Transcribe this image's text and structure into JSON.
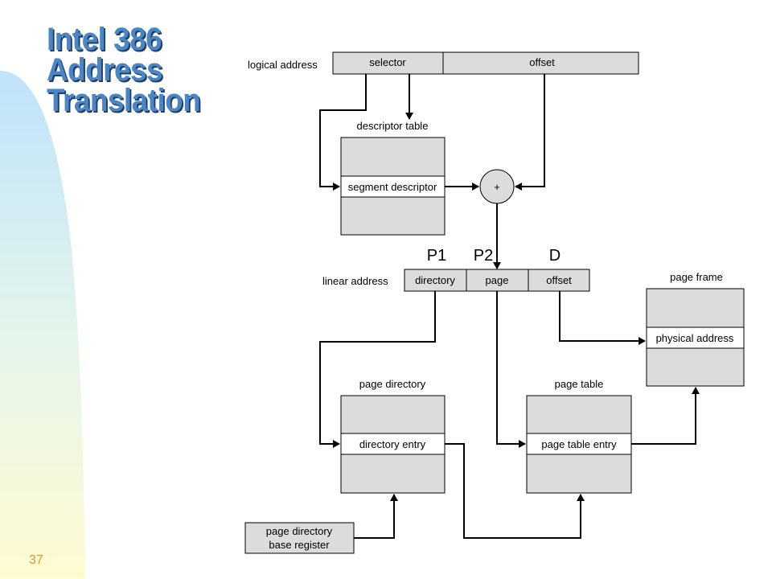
{
  "slide": {
    "title_lines": [
      "Intel 386",
      "Address",
      "Translation"
    ],
    "number": "37"
  },
  "diagram": {
    "logical_address_label": "logical address",
    "selector_label": "selector",
    "offset_label_top": "offset",
    "descriptor_table_label": "descriptor table",
    "segment_descriptor_label": "segment descriptor",
    "adder_symbol": "+",
    "p1_label": "P1",
    "p2_label": "P2",
    "d_label": "D",
    "linear_address_label": "linear address",
    "directory_label": "directory",
    "page_label": "page",
    "offset_label_linear": "offset",
    "page_frame_label": "page frame",
    "physical_address_label": "physical address",
    "page_directory_label": "page directory",
    "directory_entry_label": "directory entry",
    "page_table_label": "page table",
    "page_table_entry_label": "page table entry",
    "pdbr_line1": "page directory",
    "pdbr_line2": "base register"
  }
}
